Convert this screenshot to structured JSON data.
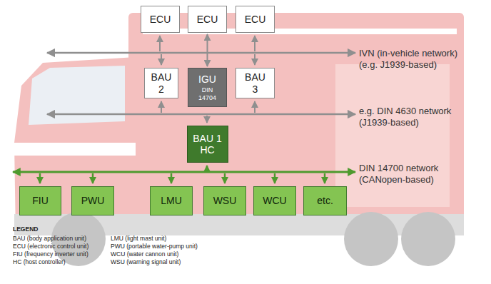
{
  "diagram": {
    "nodes": [
      {
        "text": [
          "ECU"
        ]
      },
      {
        "text": [
          "ECU"
        ]
      },
      {
        "text": [
          "ECU"
        ]
      },
      {
        "text": [
          "BAU 2"
        ]
      },
      {
        "text": [
          "IGU",
          "DIN 14704"
        ]
      },
      {
        "text": [
          "BAU 3"
        ]
      },
      {
        "text": [
          "BAU 1 HC"
        ]
      },
      {
        "text": [
          "FIU"
        ]
      },
      {
        "text": [
          "PWU"
        ]
      },
      {
        "text": [
          "LMU"
        ]
      },
      {
        "text": [
          "WSU"
        ]
      },
      {
        "text": [
          "WCU"
        ]
      },
      {
        "text": [
          "etc."
        ]
      }
    ],
    "edges": [
      {
        "from": 1,
        "to": 4,
        "arrow": "both"
      }
    ],
    "labels": [
      "IVN (in-vehicle network) (e.g. J1939-based)",
      "e.g. DIN 4630 network (J1939-based)",
      "DIN 14700 network (CANopen-based)",
      "LEGEND",
      "BAU (body application unit)",
      "ECU (electronic control unit)",
      "FIU (frequency inverter unit)",
      "HC (host controller)",
      "LMU (light mast unit)",
      "PWU (portable water-pump unit)",
      "WCU (water cannon unit)",
      "WSU (warning signal unit)"
    ]
  }
}
